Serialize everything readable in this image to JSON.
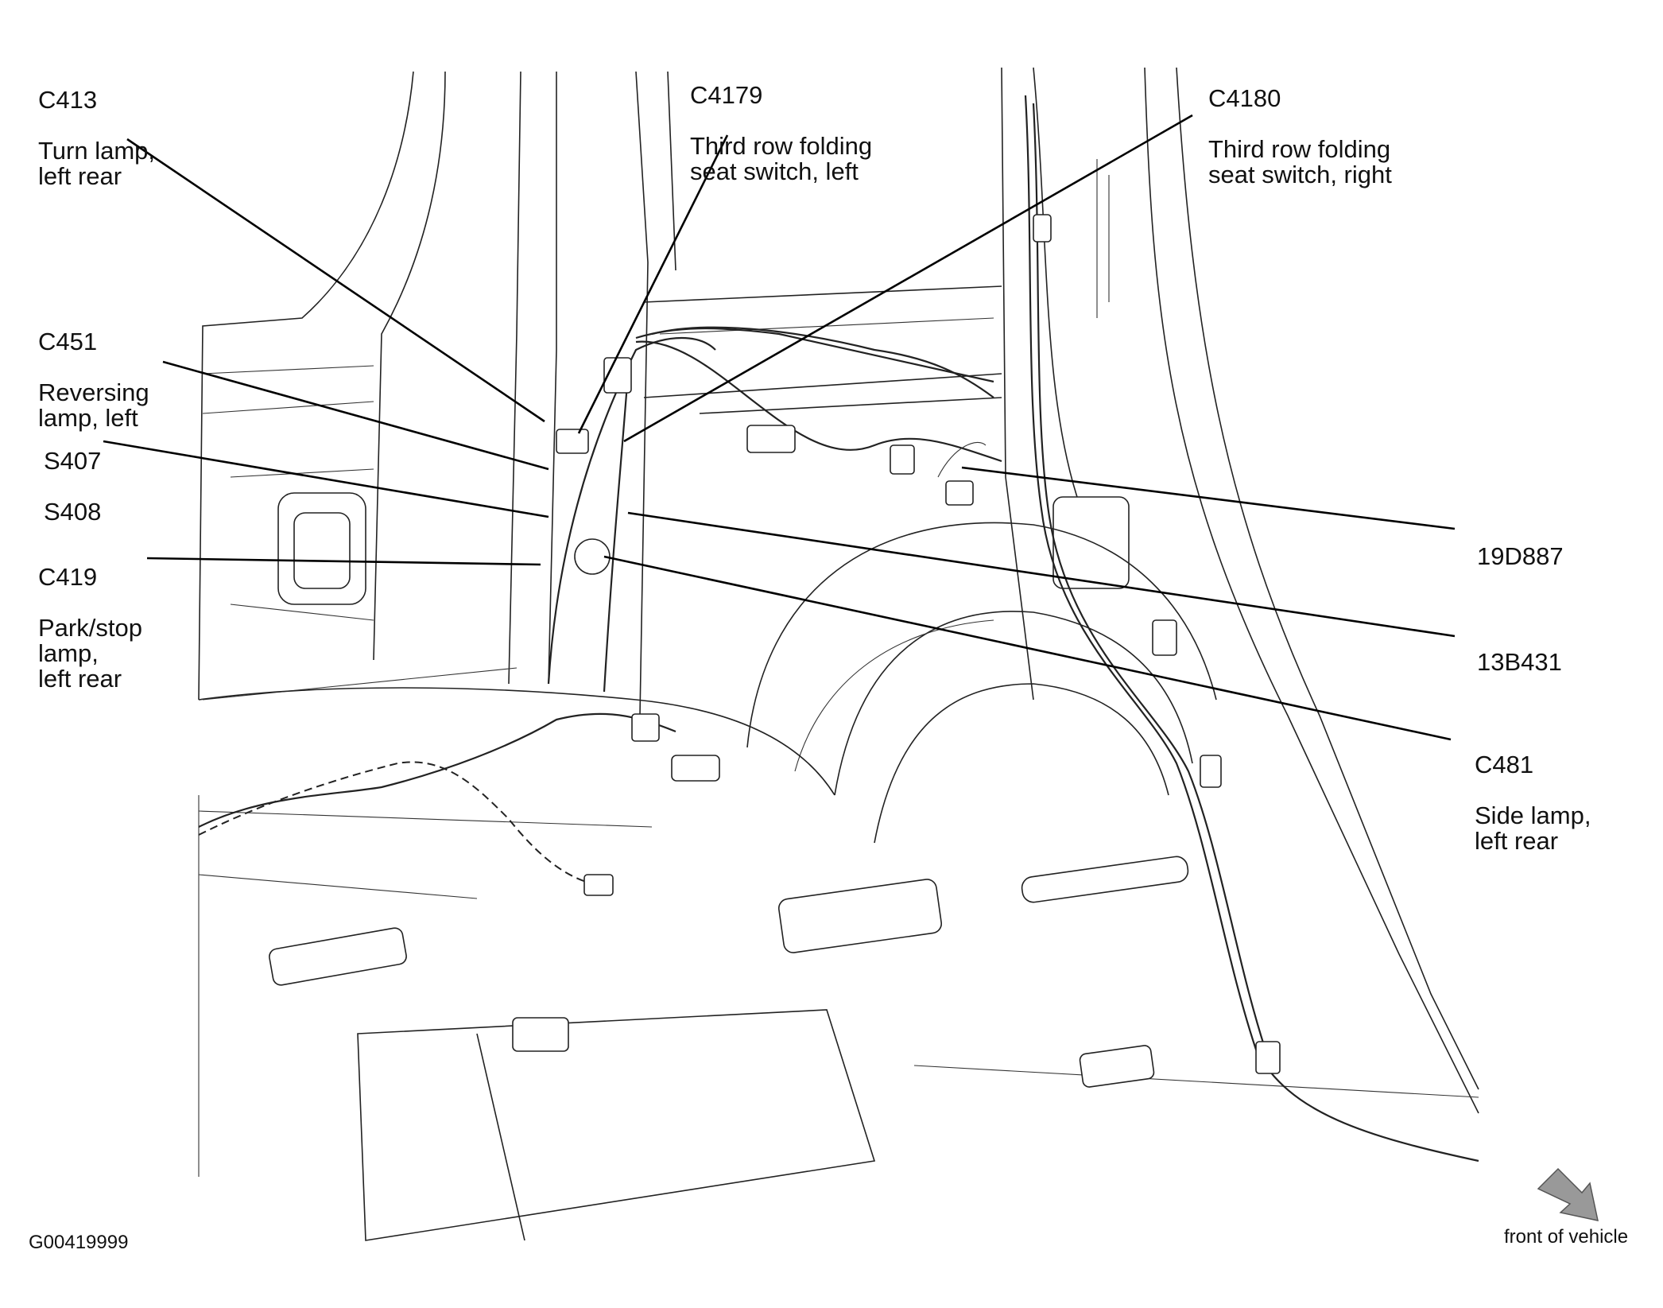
{
  "callouts": [
    {
      "id": "c413",
      "code": "C413",
      "desc": "Turn lamp,\nleft rear"
    },
    {
      "id": "c4179",
      "code": "C4179",
      "desc": "Third row folding\nseat switch, left"
    },
    {
      "id": "c4180",
      "code": "C4180",
      "desc": "Third row folding\nseat switch, right"
    },
    {
      "id": "c451",
      "code": "C451",
      "desc": "Reversing\nlamp, left"
    },
    {
      "id": "s407",
      "code": "S407",
      "desc": "S408"
    },
    {
      "id": "c419",
      "code": "C419",
      "desc": "Park/stop\nlamp,\nleft rear"
    },
    {
      "id": "19d887",
      "code": "19D887",
      "desc": ""
    },
    {
      "id": "13b431",
      "code": "13B431",
      "desc": ""
    },
    {
      "id": "c481",
      "code": "C481",
      "desc": "Side lamp,\nleft rear"
    }
  ],
  "figure_id": "G00419999",
  "orientation": {
    "label": "front of vehicle",
    "icon": "direction-arrow-icon"
  }
}
